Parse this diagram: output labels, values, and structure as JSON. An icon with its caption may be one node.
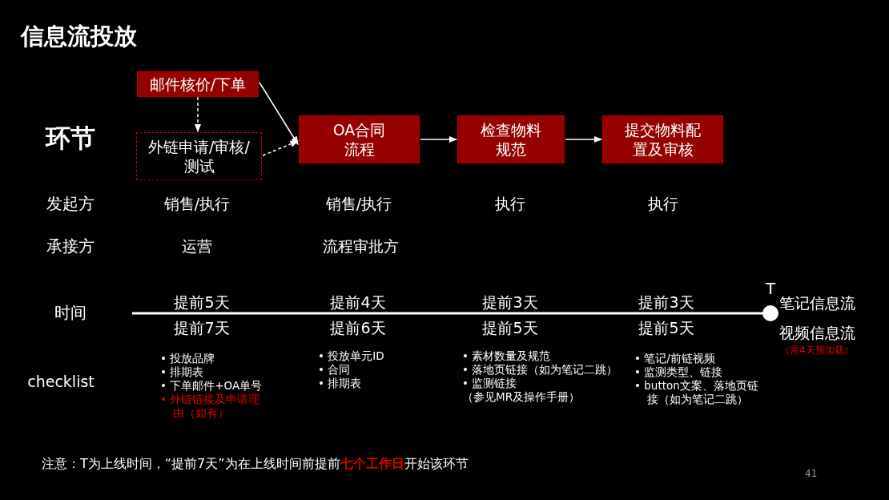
{
  "diagram": {
    "title": "信息流投放",
    "nodes": [
      {
        "text": [
          "邮件核价/下单"
        ]
      },
      {
        "text": [
          "外链申请/审核/测试"
        ]
      },
      {
        "text": [
          "OA合同流程"
        ]
      },
      {
        "text": [
          "检查物料规范"
        ]
      },
      {
        "text": [
          "提交物料配置及审核"
        ]
      }
    ],
    "edges": [
      {
        "from": 0,
        "to": 1,
        "arrow": "to",
        "style": "dashed"
      },
      {
        "from": 0,
        "to": 2,
        "arrow": "to"
      },
      {
        "from": 1,
        "to": 2,
        "arrow": "to",
        "style": "dashed"
      },
      {
        "from": 2,
        "to": 3,
        "arrow": "to"
      },
      {
        "from": 3,
        "to": 4,
        "arrow": "to"
      }
    ],
    "labels": [
      "环节",
      "发起方",
      "销售/执行",
      "销售/执行",
      "执行",
      "执行",
      "承接方",
      "运营",
      "流程审批方",
      "时间",
      "提前5天",
      "提前4天",
      "提前3天",
      "提前3天",
      "T",
      "笔记信息流",
      "提前7天",
      "提前6天",
      "提前5天",
      "提前5天",
      "视频信息流",
      "（需4天预加载）",
      "checklist",
      "• 投放品牌",
      "• 排期表",
      "• 下单邮件+OA单号",
      "• 外链链接及申请理由（如有）",
      "• 投放单元ID",
      "• 合同",
      "• 排期表",
      "• 素材数量及规范",
      "• 落地页链接（如为笔记二跳）",
      "• 监测链接",
      "（参见MR及操作手册）",
      "• 笔记/前链视频",
      "• 监测类型、链接",
      "• button文案、落地页链接（如为笔记二跳）",
      "注意：T为上线时间，“提前7天”为在上线时间前提前",
      "七个工作日",
      "开始该环节",
      "41"
    ]
  }
}
